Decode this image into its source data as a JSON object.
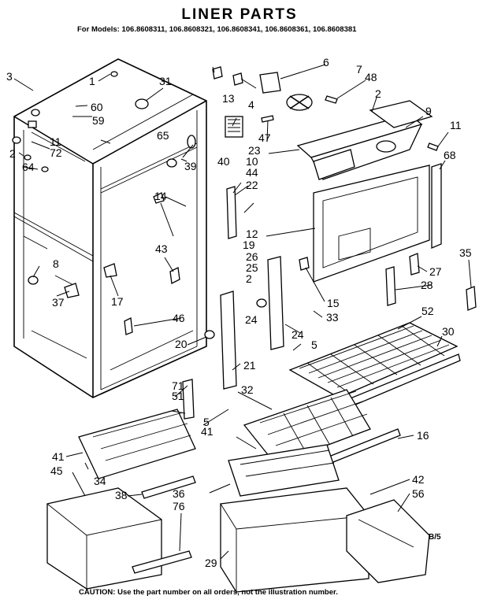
{
  "header": {
    "title": "LINER PARTS",
    "models": "For Models: 106.8608311, 106.8608321, 106.8608341, 106.8608361, 106.8608381"
  },
  "footer": {
    "caution": "CAUTION: Use the part number on all orders, not the illustration number.",
    "sheet": "B/5"
  },
  "callouts": [
    "1",
    "2",
    "2",
    "2",
    "2",
    "3",
    "4",
    "5",
    "5",
    "6",
    "7",
    "8",
    "9",
    "10",
    "11",
    "11",
    "12",
    "13",
    "14",
    "15",
    "16",
    "17",
    "19",
    "20",
    "21",
    "22",
    "23",
    "24",
    "24",
    "25",
    "26",
    "27",
    "28",
    "29",
    "30",
    "31",
    "32",
    "33",
    "34",
    "35",
    "36",
    "37",
    "38",
    "39",
    "40",
    "41",
    "41",
    "42",
    "43",
    "44",
    "45",
    "46",
    "47",
    "48",
    "51",
    "52",
    "56",
    "59",
    "60",
    "64",
    "65",
    "68",
    "71",
    "72",
    "76"
  ]
}
